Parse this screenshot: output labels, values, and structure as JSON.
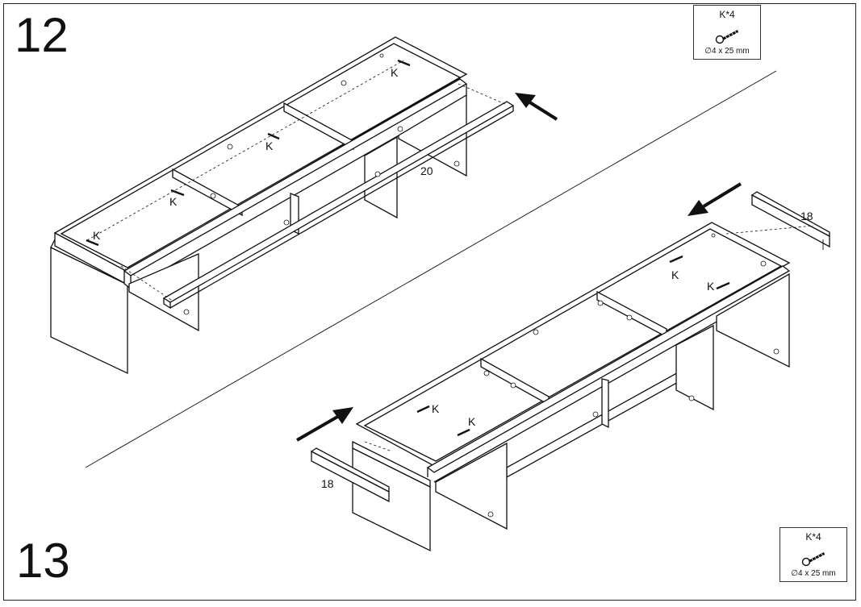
{
  "steps": {
    "step12_number": "12",
    "step13_number": "13"
  },
  "hardware": {
    "step12": {
      "label": "K*4",
      "spec": "∅4 x 25 mm"
    },
    "step13": {
      "label": "K*4",
      "spec": "∅4 x 25 mm"
    }
  },
  "callouts": {
    "screw_letter": "K",
    "part_20": "20",
    "part_18_right": "18",
    "part_18_left": "18"
  }
}
